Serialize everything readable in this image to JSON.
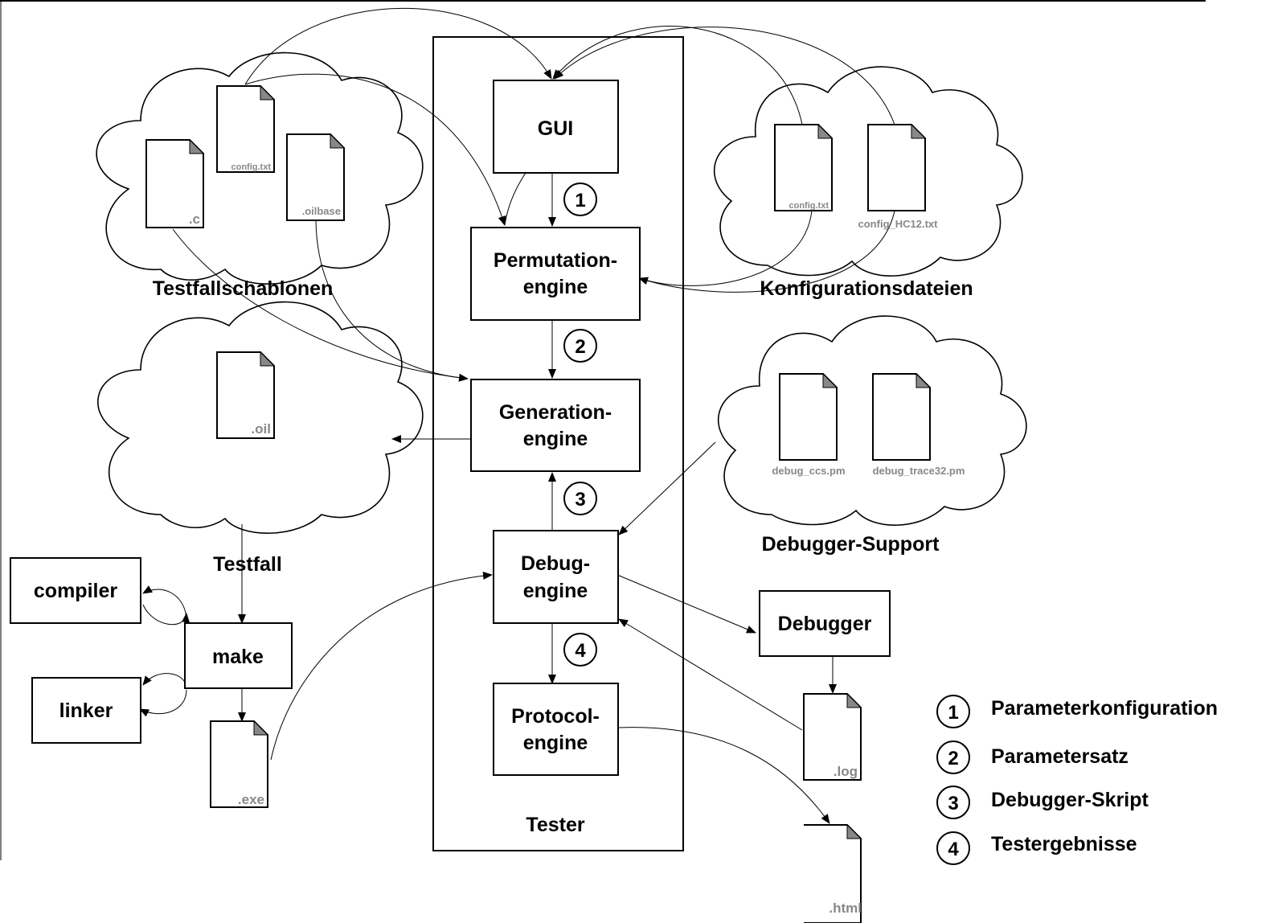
{
  "containers": {
    "tester": "Tester"
  },
  "engines": {
    "gui": "GUI",
    "permutation_1": "Permutation-",
    "permutation_2": "engine",
    "generation_1": "Generation-",
    "generation_2": "engine",
    "debug_1": "Debug-",
    "debug_2": "engine",
    "protocol_1": "Protocol-",
    "protocol_2": "engine"
  },
  "tools": {
    "compiler": "compiler",
    "make": "make",
    "linker": "linker",
    "debugger": "Debugger"
  },
  "clouds": {
    "templates": "Testfallschablonen",
    "configs": "Konfigurationsdateien",
    "testcase": "Testfall",
    "debugger_support": "Debugger-Support"
  },
  "files": {
    "c": ".c",
    "config_templates": "config.txt",
    "oilbase": ".oilbase",
    "config_konf": "config.txt",
    "config_hc12": "config_HC12.txt",
    "oil": ".oil",
    "debug_ccs": "debug_ccs.pm",
    "debug_trace32": "debug_trace32.pm",
    "exe": ".exe",
    "log": ".log",
    "html": ".html"
  },
  "steps": {
    "s1": "1",
    "s2": "2",
    "s3": "3",
    "s4": "4"
  },
  "legend": [
    {
      "num": "1",
      "text": "Parameterkonfiguration"
    },
    {
      "num": "2",
      "text": "Parametersatz"
    },
    {
      "num": "3",
      "text": "Debugger-Skript"
    },
    {
      "num": "4",
      "text": "Testergebnisse"
    }
  ]
}
